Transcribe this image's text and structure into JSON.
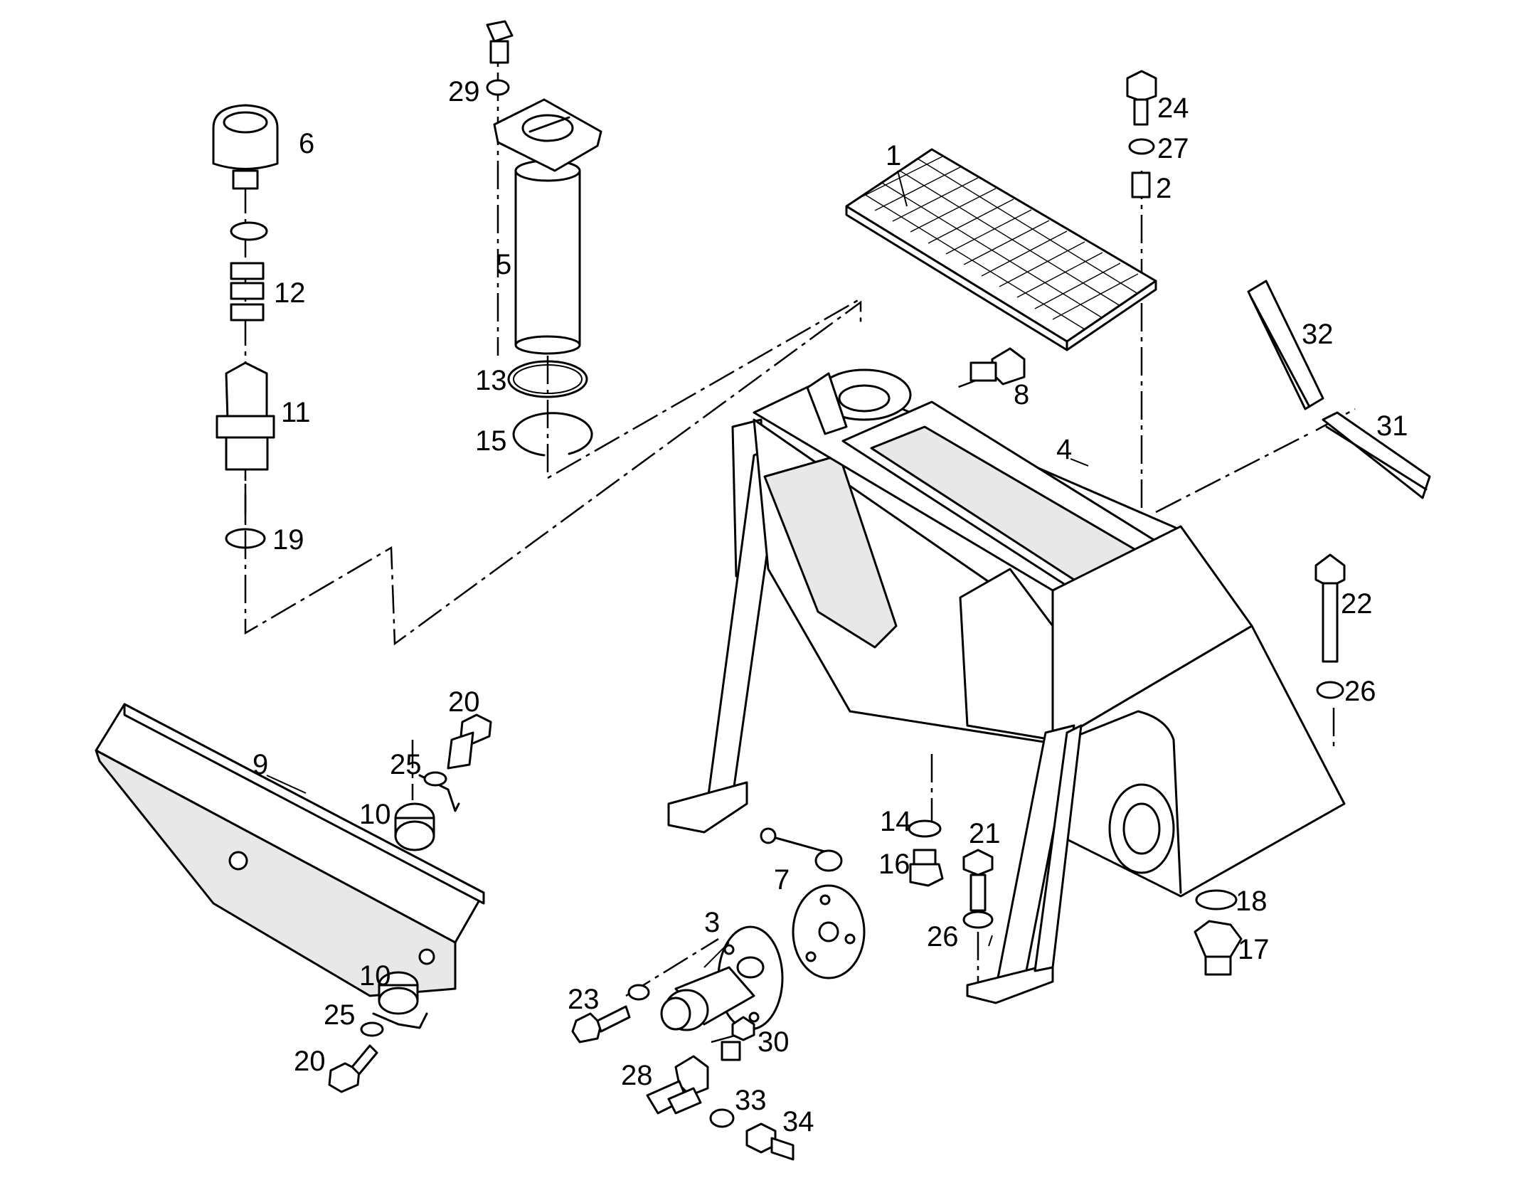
{
  "labels": {
    "l1": "1",
    "l2": "2",
    "l3": "3",
    "l4": "4",
    "l5": "5",
    "l6": "6",
    "l7": "7",
    "l8": "8",
    "l9": "9",
    "l10a": "10",
    "l10b": "10",
    "l11": "11",
    "l12": "12",
    "l13": "13",
    "l14": "14",
    "l15": "15",
    "l16": "16",
    "l17": "17",
    "l18": "18",
    "l19": "19",
    "l20a": "20",
    "l20b": "20",
    "l21": "21",
    "l22": "22",
    "l23": "23",
    "l24": "24",
    "l25a": "25",
    "l25b": "25",
    "l26a": "26",
    "l26b": "26",
    "l27": "27",
    "l28": "28",
    "l29": "29",
    "l30": "30",
    "l31": "31",
    "l32": "32",
    "l33": "33",
    "l34": "34"
  }
}
